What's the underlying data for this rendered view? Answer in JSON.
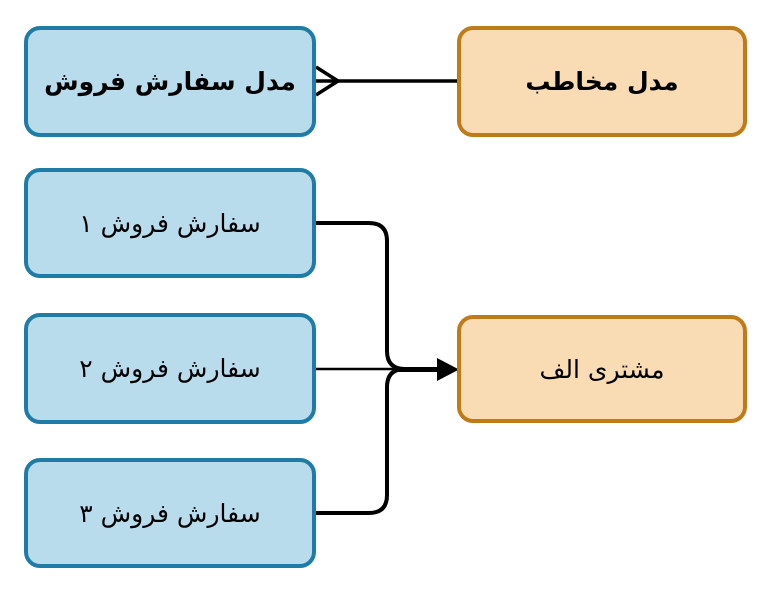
{
  "colors": {
    "canvas-bg": "#ffffff",
    "blue-fill": "#b9dcec",
    "blue-stroke": "#1e7ca6",
    "orange-fill": "#fadcb4",
    "orange-stroke": "#bf7b17",
    "edge-color": "#000000",
    "text-color": "#000000"
  },
  "diagram": {
    "nodes": {
      "sales_order_model": {
        "label": "مدل سفارش فروش",
        "color": "blue",
        "emphasis": "bold"
      },
      "contact_model": {
        "label": "مدل مخاطب",
        "color": "orange",
        "emphasis": "bold"
      },
      "sales_order_1": {
        "label": "سفارش فروش ۱",
        "color": "blue",
        "emphasis": "regular"
      },
      "sales_order_2": {
        "label": "سفارش فروش ۲",
        "color": "blue",
        "emphasis": "regular"
      },
      "sales_order_3": {
        "label": "سفارش فروش ۳",
        "color": "blue",
        "emphasis": "regular"
      },
      "customer_a": {
        "label": "مشتری الف",
        "color": "orange",
        "emphasis": "regular"
      }
    },
    "edges": [
      {
        "from": "sales_order_model",
        "to": "contact_model",
        "notation": "crows-foot-many"
      },
      {
        "from": "sales_order_1",
        "to": "customer_a",
        "notation": "merged-arrow"
      },
      {
        "from": "sales_order_2",
        "to": "customer_a",
        "notation": "merged-arrow"
      },
      {
        "from": "sales_order_3",
        "to": "customer_a",
        "notation": "merged-arrow"
      }
    ]
  }
}
